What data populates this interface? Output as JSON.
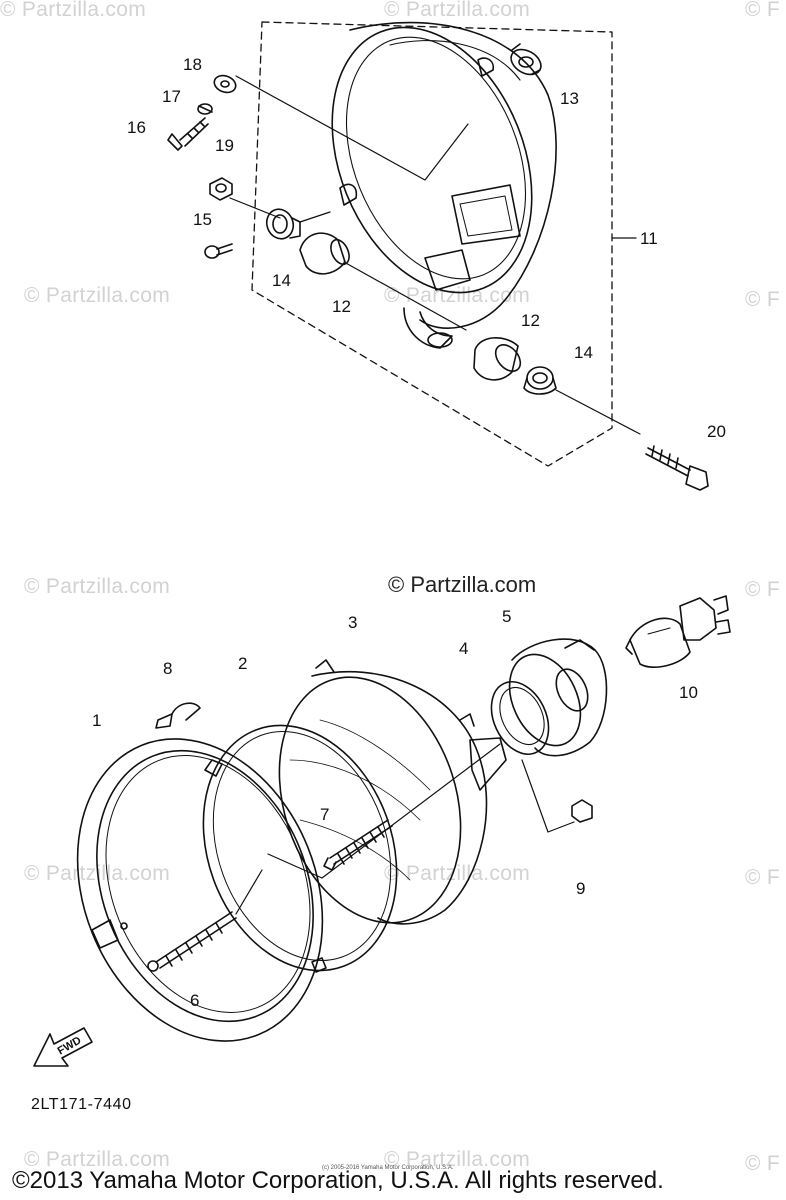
{
  "watermark_text": "© Partzilla.com",
  "watermark_edge": "© F",
  "center_watermark": "© Partzilla.com",
  "callouts": [
    {
      "id": "1",
      "label": "1"
    },
    {
      "id": "2",
      "label": "2"
    },
    {
      "id": "3",
      "label": "3"
    },
    {
      "id": "4",
      "label": "4"
    },
    {
      "id": "5",
      "label": "5"
    },
    {
      "id": "6",
      "label": "6"
    },
    {
      "id": "7",
      "label": "7"
    },
    {
      "id": "8",
      "label": "8"
    },
    {
      "id": "9",
      "label": "9"
    },
    {
      "id": "10",
      "label": "10"
    },
    {
      "id": "11",
      "label": "11"
    },
    {
      "id": "12a",
      "label": "12"
    },
    {
      "id": "12b",
      "label": "12"
    },
    {
      "id": "13",
      "label": "13"
    },
    {
      "id": "14a",
      "label": "14"
    },
    {
      "id": "14b",
      "label": "14"
    },
    {
      "id": "15",
      "label": "15"
    },
    {
      "id": "16",
      "label": "16"
    },
    {
      "id": "17",
      "label": "17"
    },
    {
      "id": "18",
      "label": "18"
    },
    {
      "id": "19",
      "label": "19"
    },
    {
      "id": "20",
      "label": "20"
    }
  ],
  "fwd_label": "FWD",
  "diagram_code": "2LT171-7440",
  "tiny_notice": "(c) 2005-2016 Yamaha Motor Corporation, U.S.A.",
  "copyright": "©2013 Yamaha Motor Corporation, U.S.A. All rights reserved."
}
